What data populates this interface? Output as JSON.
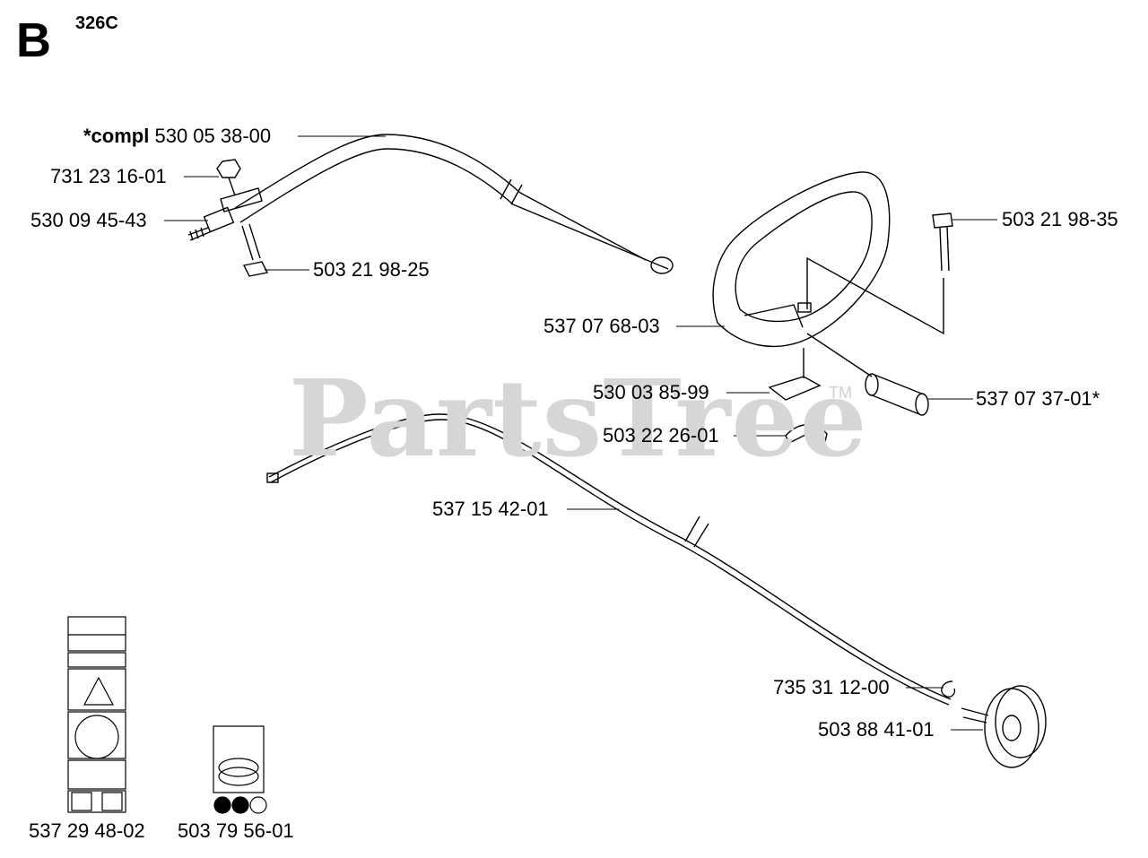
{
  "header": {
    "section_letter": "B",
    "model": "326C"
  },
  "watermark": {
    "text": "PartsTree",
    "tm": "TM"
  },
  "parts": [
    {
      "id": "compl",
      "prefix": "*compl",
      "number": "530 05 38-00"
    },
    {
      "id": "nut",
      "number": "731 23 16-01"
    },
    {
      "id": "adapter",
      "number": "530 09 45-43"
    },
    {
      "id": "screw-left",
      "number": "503 21 98-25"
    },
    {
      "id": "screw-right",
      "number": "503 21 98-35"
    },
    {
      "id": "handle",
      "number": "537 07 68-03"
    },
    {
      "id": "bracket",
      "number": "530 03 85-99"
    },
    {
      "id": "spacer",
      "number": "537 07 37-01*"
    },
    {
      "id": "wing-nut",
      "number": "503 22 26-01"
    },
    {
      "id": "drive-shaft",
      "number": "537 15 42-01"
    },
    {
      "id": "circlip",
      "number": "735 31 12-00"
    },
    {
      "id": "drum",
      "number": "503 88 41-01"
    },
    {
      "id": "decal-left",
      "number": "537 29 48-02"
    },
    {
      "id": "decal-right",
      "number": "503 79 56-01"
    }
  ],
  "colors": {
    "line": "#000000",
    "watermark": "#d6d6d6"
  }
}
